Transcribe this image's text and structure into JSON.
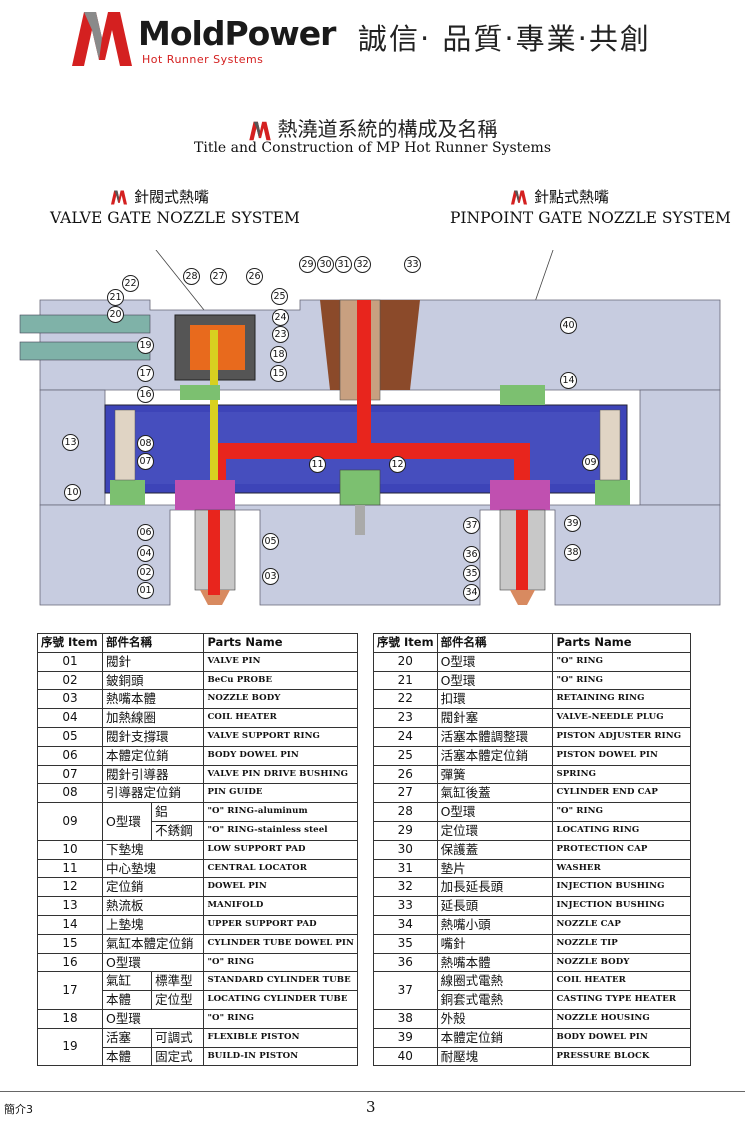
{
  "header": {
    "brand": "MoldPower",
    "brand_sub": "Hot Runner Systems",
    "slogan": "誠信‧ 品質‧專業‧共創"
  },
  "title": {
    "cn": "熱澆道系統的構成及名稱",
    "en": "Title and Construction of MP Hot Runner Systems"
  },
  "systems": {
    "valve": {
      "cn": "針閥式熱嘴",
      "en": "VALVE GATE NOZZLE SYSTEM"
    },
    "pinpoint": {
      "cn": "針點式熱嘴",
      "en": "PINPOINT GATE NOZZLE SYSTEM"
    }
  },
  "colors": {
    "brand_red": "#d42020",
    "plate_blue": "#3d44b8",
    "manifold_red": "#e8251d",
    "plate_gray": "#bcc3d8"
  },
  "callouts": [
    "01",
    "02",
    "03",
    "04",
    "05",
    "06",
    "07",
    "08",
    "10",
    "11",
    "12",
    "13",
    "14",
    "15",
    "16",
    "17",
    "18",
    "19",
    "20",
    "21",
    "22",
    "23",
    "24",
    "25",
    "26",
    "27",
    "28",
    "29",
    "30",
    "31",
    "32",
    "33",
    "34",
    "35",
    "36",
    "37",
    "38",
    "39",
    "40",
    "09",
    "09"
  ],
  "table": {
    "headers": {
      "no": "序號 Item",
      "cn": "部件名稱",
      "en": "Parts Name"
    },
    "left": [
      {
        "no": "01",
        "cn": "閥針",
        "en": "VALVE PIN"
      },
      {
        "no": "02",
        "cn": "鈹銅頭",
        "en": "BeCu PROBE"
      },
      {
        "no": "03",
        "cn": "熱嘴本體",
        "en": "NOZZLE BODY"
      },
      {
        "no": "04",
        "cn": "加熱線圈",
        "en": "COIL HEATER"
      },
      {
        "no": "05",
        "cn": "閥針支撐環",
        "en": "VALVE SUPPORT RING"
      },
      {
        "no": "06",
        "cn": "本體定位銷",
        "en": "BODY DOWEL PIN"
      },
      {
        "no": "07",
        "cn": "閥針引導器",
        "en": "VALVE PIN DRIVE BUSHING"
      },
      {
        "no": "08",
        "cn": "引導器定位銷",
        "en": "PIN GUIDE"
      },
      {
        "no": "09",
        "cn": "O型環",
        "sub": [
          {
            "cn": "鋁",
            "en": "\"O\" RING-aluminum"
          },
          {
            "cn": "不銹鋼",
            "en": "\"O\" RING-stainless steel"
          }
        ]
      },
      {
        "no": "10",
        "cn": "下墊塊",
        "en": "LOW SUPPORT PAD"
      },
      {
        "no": "11",
        "cn": "中心墊塊",
        "en": "CENTRAL LOCATOR"
      },
      {
        "no": "12",
        "cn": "定位銷",
        "en": "DOWEL PIN"
      },
      {
        "no": "13",
        "cn": "熱流板",
        "en": "MANIFOLD"
      },
      {
        "no": "14",
        "cn": "上墊塊",
        "en": "UPPER SUPPORT PAD"
      },
      {
        "no": "15",
        "cn": "氣缸本體定位銷",
        "en": "CYLINDER TUBE DOWEL PIN"
      },
      {
        "no": "16",
        "cn": "O型環",
        "en": "\"O\" RING"
      },
      {
        "no": "17",
        "cn": "氣缸本體",
        "cn1": "氣缸",
        "cn2": "本體",
        "sub": [
          {
            "cn": "標準型",
            "en": "STANDARD CYLINDER TUBE"
          },
          {
            "cn": "定位型",
            "en": "LOCATING CYLINDER TUBE"
          }
        ]
      },
      {
        "no": "18",
        "cn": "O型環",
        "en": "\"O\" RING"
      },
      {
        "no": "19",
        "cn": "活塞本體",
        "cn1": "活塞",
        "cn2": "本體",
        "sub": [
          {
            "cn": "可調式",
            "en": "FLEXIBLE PISTON"
          },
          {
            "cn": "固定式",
            "en": "BUILD-IN PISTON"
          }
        ]
      }
    ],
    "right": [
      {
        "no": "20",
        "cn": "O型環",
        "en": "\"O\" RING"
      },
      {
        "no": "21",
        "cn": "O型環",
        "en": "\"O\" RING"
      },
      {
        "no": "22",
        "cn": "扣環",
        "en": "RETAINING RING"
      },
      {
        "no": "23",
        "cn": "閥針塞",
        "en": "VALVE-NEEDLE PLUG"
      },
      {
        "no": "24",
        "cn": "活塞本體調整環",
        "en": "PISTON ADJUSTER RING"
      },
      {
        "no": "25",
        "cn": "活塞本體定位銷",
        "en": "PISTON DOWEL PIN"
      },
      {
        "no": "26",
        "cn": "彈簧",
        "en": "SPRING"
      },
      {
        "no": "27",
        "cn": "氣缸後蓋",
        "en": "CYLINDER END CAP"
      },
      {
        "no": "28",
        "cn": "O型環",
        "en": "\"O\" RING"
      },
      {
        "no": "29",
        "cn": "定位環",
        "en": "LOCATING RING"
      },
      {
        "no": "30",
        "cn": "保護蓋",
        "en": "PROTECTION CAP"
      },
      {
        "no": "31",
        "cn": "墊片",
        "en": "WASHER"
      },
      {
        "no": "32",
        "cn": "加長延長頭",
        "en": "INJECTION BUSHING"
      },
      {
        "no": "33",
        "cn": "延長頭",
        "en": "INJECTION BUSHING"
      },
      {
        "no": "34",
        "cn": "熱嘴小頭",
        "en": "NOZZLE CAP"
      },
      {
        "no": "35",
        "cn": "嘴針",
        "en": "NOZZLE TIP"
      },
      {
        "no": "36",
        "cn": "熱嘴本體",
        "en": "NOZZLE BODY"
      },
      {
        "no": "37",
        "sub": [
          {
            "cn": "線圈式電熱",
            "en": "COIL HEATER"
          },
          {
            "cn": "銅套式電熱",
            "en": "CASTING TYPE HEATER"
          }
        ]
      },
      {
        "no": "38",
        "cn": "外殼",
        "en": "NOZZLE HOUSING"
      },
      {
        "no": "39",
        "cn": "本體定位銷",
        "en": "BODY DOWEL PIN"
      },
      {
        "no": "40",
        "cn": "耐壓塊",
        "en": "PRESSURE BLOCK"
      }
    ]
  },
  "footer": {
    "left": "簡介3",
    "page": "3"
  }
}
